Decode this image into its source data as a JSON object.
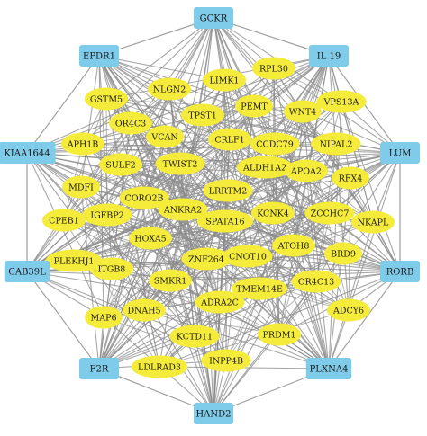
{
  "colors": {
    "hub_fill": "#7ecbea",
    "gene_fill": "#f5eb3a",
    "edge": "#8a8a8a",
    "label": "#1a1a1a"
  },
  "hubs": [
    {
      "id": "GCKR",
      "label": "GCKR"
    },
    {
      "id": "EPDR1",
      "label": "EPDR1"
    },
    {
      "id": "IL19",
      "label": "IL 19"
    },
    {
      "id": "KIAA1644",
      "label": "KIAA1644"
    },
    {
      "id": "LUM",
      "label": "LUM"
    },
    {
      "id": "CAB39L",
      "label": "CAB39L"
    },
    {
      "id": "RORB",
      "label": "RORB"
    },
    {
      "id": "F2R",
      "label": "F2R"
    },
    {
      "id": "PLXNA4",
      "label": "PLXNA4"
    },
    {
      "id": "HAND2",
      "label": "HAND2"
    }
  ],
  "genes": [
    {
      "id": "RPL30",
      "label": "RPL30"
    },
    {
      "id": "LIMK1",
      "label": "LIMK1"
    },
    {
      "id": "GSTM5",
      "label": "GSTM5"
    },
    {
      "id": "NLGN2",
      "label": "NLGN2"
    },
    {
      "id": "VPS13A",
      "label": "VPS13A"
    },
    {
      "id": "PEMT",
      "label": "PEMT"
    },
    {
      "id": "WNT4",
      "label": "WNT4"
    },
    {
      "id": "OR4C3",
      "label": "OR4C3"
    },
    {
      "id": "TPST1",
      "label": "TPST1"
    },
    {
      "id": "VCAN",
      "label": "VCAN"
    },
    {
      "id": "APH1B",
      "label": "APH1B"
    },
    {
      "id": "CRLF1",
      "label": "CRLF1"
    },
    {
      "id": "CCDC79",
      "label": "CCDC79"
    },
    {
      "id": "NIPAL2",
      "label": "NIPAL2"
    },
    {
      "id": "SULF2",
      "label": "SULF2"
    },
    {
      "id": "TWIST2",
      "label": "TWIST2"
    },
    {
      "id": "ALDH1A2",
      "label": "ALDH1A2"
    },
    {
      "id": "APOA2",
      "label": "APOA2"
    },
    {
      "id": "RFX4",
      "label": "RFX4"
    },
    {
      "id": "MDFI",
      "label": "MDFI"
    },
    {
      "id": "CORO2B",
      "label": "CORO2B"
    },
    {
      "id": "LRRTM2",
      "label": "LRRTM2"
    },
    {
      "id": "IGFBP2",
      "label": "IGFBP2"
    },
    {
      "id": "ANKRA2",
      "label": "ANKRA2"
    },
    {
      "id": "KCNK4",
      "label": "KCNK4"
    },
    {
      "id": "ZCCHC7",
      "label": "ZCCHC7"
    },
    {
      "id": "CPEB1",
      "label": "CPEB1"
    },
    {
      "id": "SPATA16",
      "label": "SPATA16"
    },
    {
      "id": "NKAPL",
      "label": "NKAPL"
    },
    {
      "id": "HOXA5",
      "label": "HOXA5"
    },
    {
      "id": "ATOH8",
      "label": "ATOH8"
    },
    {
      "id": "BRD9",
      "label": "BRD9"
    },
    {
      "id": "PLEKHJ1",
      "label": "PLEKHJ1"
    },
    {
      "id": "ZNF264",
      "label": "ZNF264"
    },
    {
      "id": "CNOT10",
      "label": "CNOT10"
    },
    {
      "id": "ITGB8",
      "label": "ITGB8"
    },
    {
      "id": "SMKR1",
      "label": "SMKR1"
    },
    {
      "id": "OR4C13",
      "label": "OR4C13"
    },
    {
      "id": "TMEM14E",
      "label": "TMEM14E"
    },
    {
      "id": "ADRA2C",
      "label": "ADRA2C"
    },
    {
      "id": "DNAH5",
      "label": "DNAH5"
    },
    {
      "id": "MAP6",
      "label": "MAP6"
    },
    {
      "id": "ADCY6",
      "label": "ADCY6"
    },
    {
      "id": "KCTD11",
      "label": "KCTD11"
    },
    {
      "id": "PRDM1",
      "label": "PRDM1"
    },
    {
      "id": "INPP4B",
      "label": "INPP4B"
    },
    {
      "id": "LDLRAD3",
      "label": "LDLRAD3"
    }
  ]
}
